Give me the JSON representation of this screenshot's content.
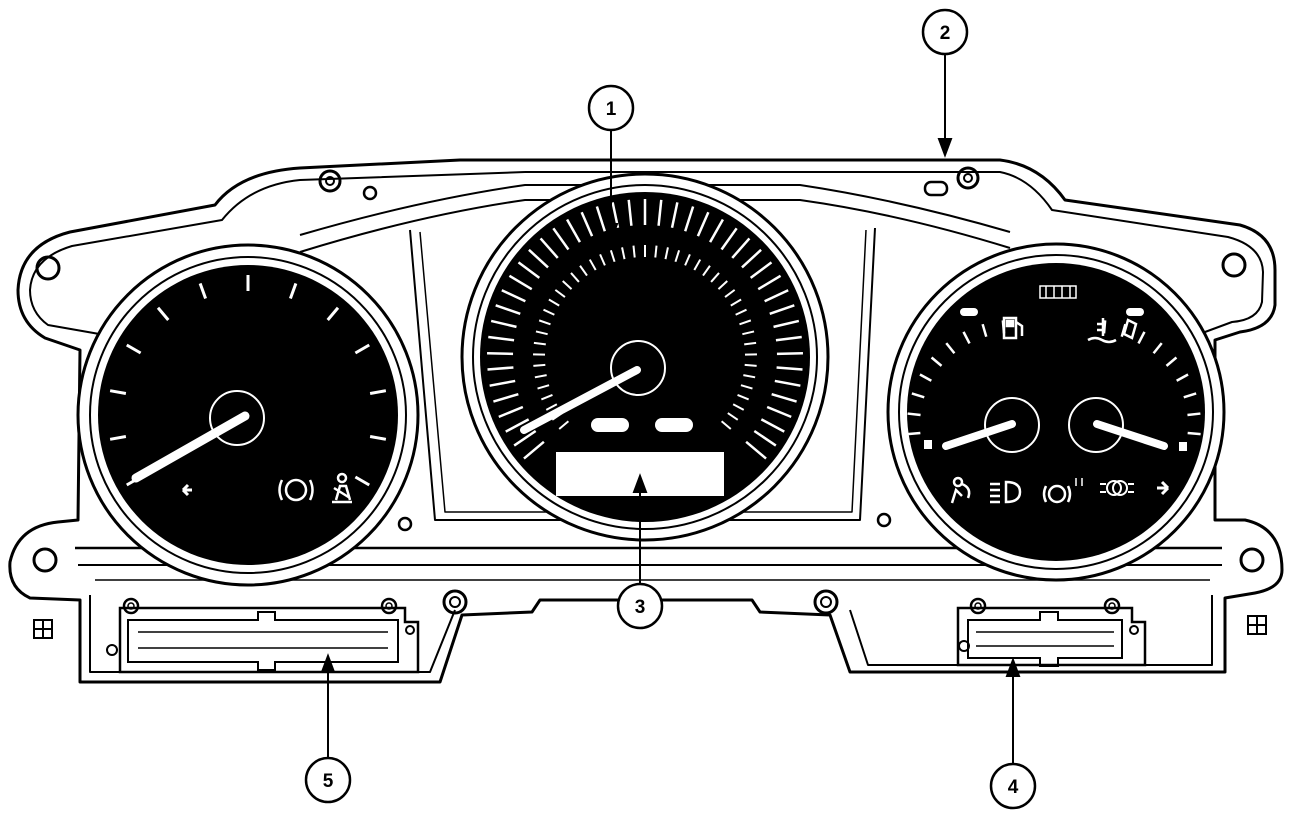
{
  "diagram": {
    "callouts": [
      "1",
      "2",
      "3",
      "4",
      "5"
    ],
    "icons": {
      "left_gauge": [
        "turn-left-arrow-icon",
        "brake-warning-icon",
        "seatbelt-icon"
      ],
      "right_gauge_top": [
        "fuel-pump-icon",
        "coolant-temperature-icon"
      ],
      "right_gauge_bottom": [
        "airbag-icon",
        "headlamp-icon",
        "brake-pad-wear-icon",
        "sidelight-icon",
        "turn-right-arrow-icon"
      ]
    },
    "colors": {
      "ink": "#000000",
      "paper": "#ffffff"
    }
  }
}
